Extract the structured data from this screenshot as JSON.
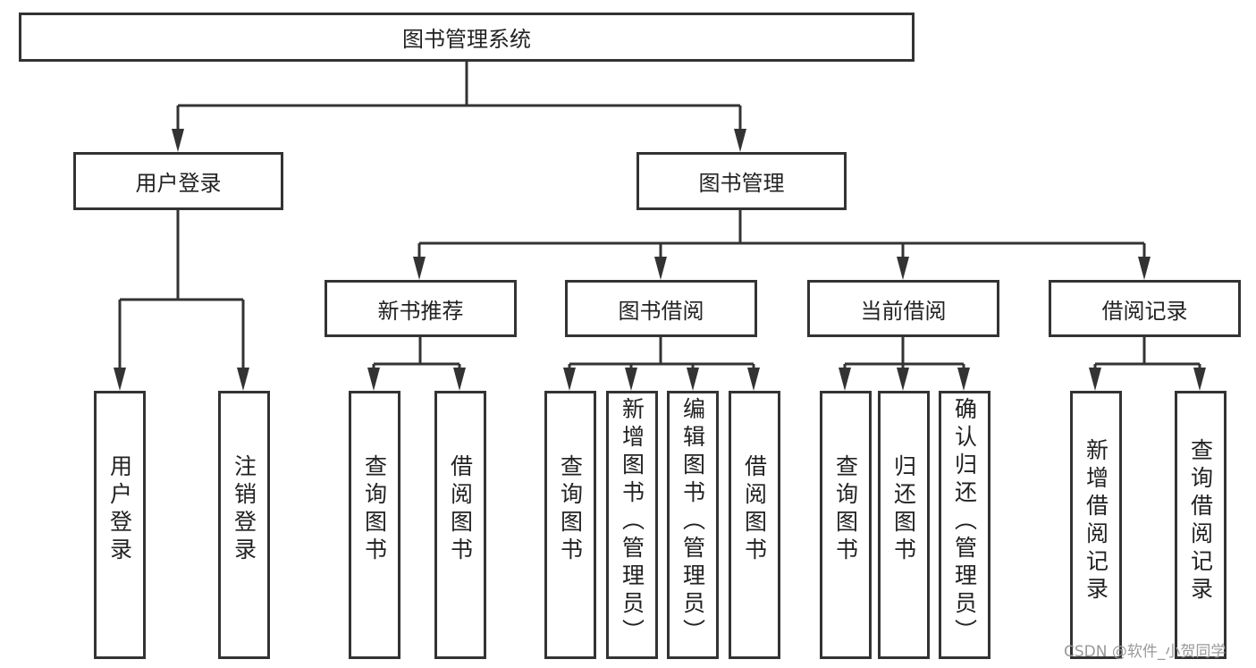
{
  "root": {
    "label": "图书管理系统"
  },
  "modules": [
    {
      "label": "用户登录",
      "children": [
        "用户登录",
        "注销登录"
      ]
    },
    {
      "label": "图书管理",
      "children": [
        {
          "label": "新书推荐",
          "children": [
            "查询图书",
            "借阅图书"
          ]
        },
        {
          "label": "图书借阅",
          "children": [
            "查询图书",
            "新增图书（管理员）",
            "编辑图书（管理员）",
            "借阅图书"
          ]
        },
        {
          "label": "当前借阅",
          "children": [
            "查询图书",
            "归还图书",
            "确认归还（管理员）"
          ]
        },
        {
          "label": "借阅记录",
          "children": [
            "新增借阅记录",
            "查询借阅记录"
          ]
        }
      ]
    }
  ],
  "watermark": "CSDN @软件_小贺同学",
  "colors": {
    "line": "#333333",
    "box_border": "#333333"
  }
}
